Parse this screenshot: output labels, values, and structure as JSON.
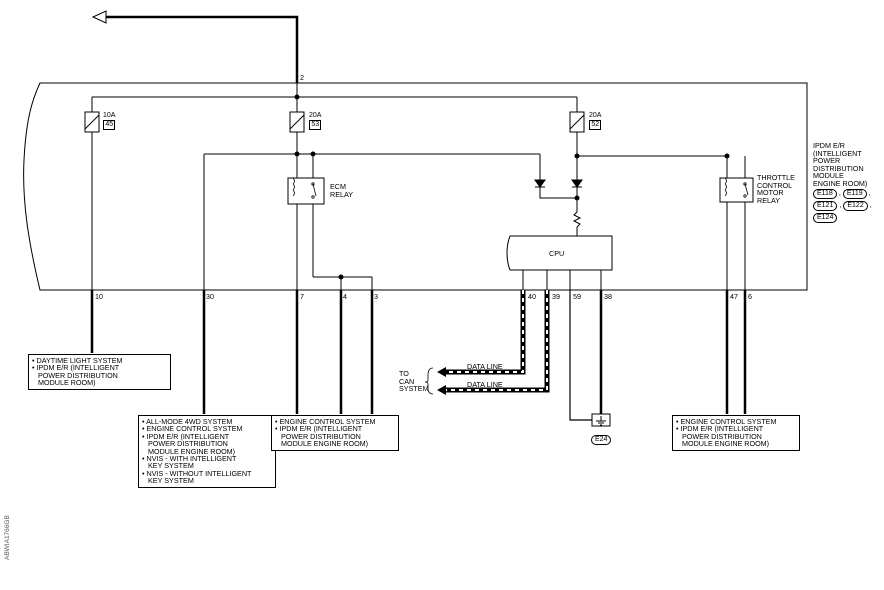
{
  "header_pin": "2",
  "fuses": [
    {
      "amp": "10A",
      "num": "45"
    },
    {
      "amp": "20A",
      "num": "53"
    },
    {
      "amp": "20A",
      "num": "52"
    }
  ],
  "relays": {
    "ecm": [
      "ECM",
      "RELAY"
    ],
    "throttle": [
      "THROTTLE",
      "CONTROL",
      "MOTOR",
      "RELAY"
    ]
  },
  "cpu_label": "CPU",
  "module": {
    "lines": [
      "IPDM E/R",
      "(INTELLIGENT",
      "POWER",
      "DISTRIBUTION",
      "MODULE",
      "ENGINE ROOM)"
    ],
    "connectors": [
      "E118",
      "E119",
      "E121",
      "E122",
      "E124"
    ]
  },
  "pins": [
    "10",
    "30",
    "7",
    "4",
    "3",
    "40",
    "39",
    "59",
    "38",
    "47",
    "6"
  ],
  "data_lines": [
    "DATA LINE",
    "DATA LINE"
  ],
  "can_label": [
    "TO",
    "CAN",
    "SYSTEM"
  ],
  "ground_connector": "E24",
  "destinations": {
    "box1": [
      "• DAYTIME LIGHT SYSTEM",
      "• IPDM E/R (INTELLIGENT",
      "  POWER DISTRIBUTION",
      "  MODULE ROOM)"
    ],
    "box2": [
      "• ALL-MODE 4WD SYSTEM",
      "• ENGINE CONTROL SYSTEM",
      "• IPDM E/R (INTELLIGENT",
      "  POWER DISTRIBUTION",
      "  MODULE ENGINE ROOM)",
      "• NVIS - WITH INTELLIGENT",
      "  KEY SYSTEM",
      "• NVIS - WITHOUT INTELLIGENT",
      "  KEY SYSTEM"
    ],
    "box3": [
      "• ENGINE CONTROL SYSTEM",
      "• IPDM E/R (INTELLIGENT",
      "  POWER DISTRIBUTION",
      "  MODULE ENGINE ROOM)"
    ],
    "box4": [
      "• ENGINE CONTROL SYSTEM",
      "• IPDM E/R (INTELLIGENT",
      "  POWER DISTRIBUTION",
      "  MODULE ENGINE ROOM)"
    ]
  },
  "figure_id": "ABWIA1766GB"
}
